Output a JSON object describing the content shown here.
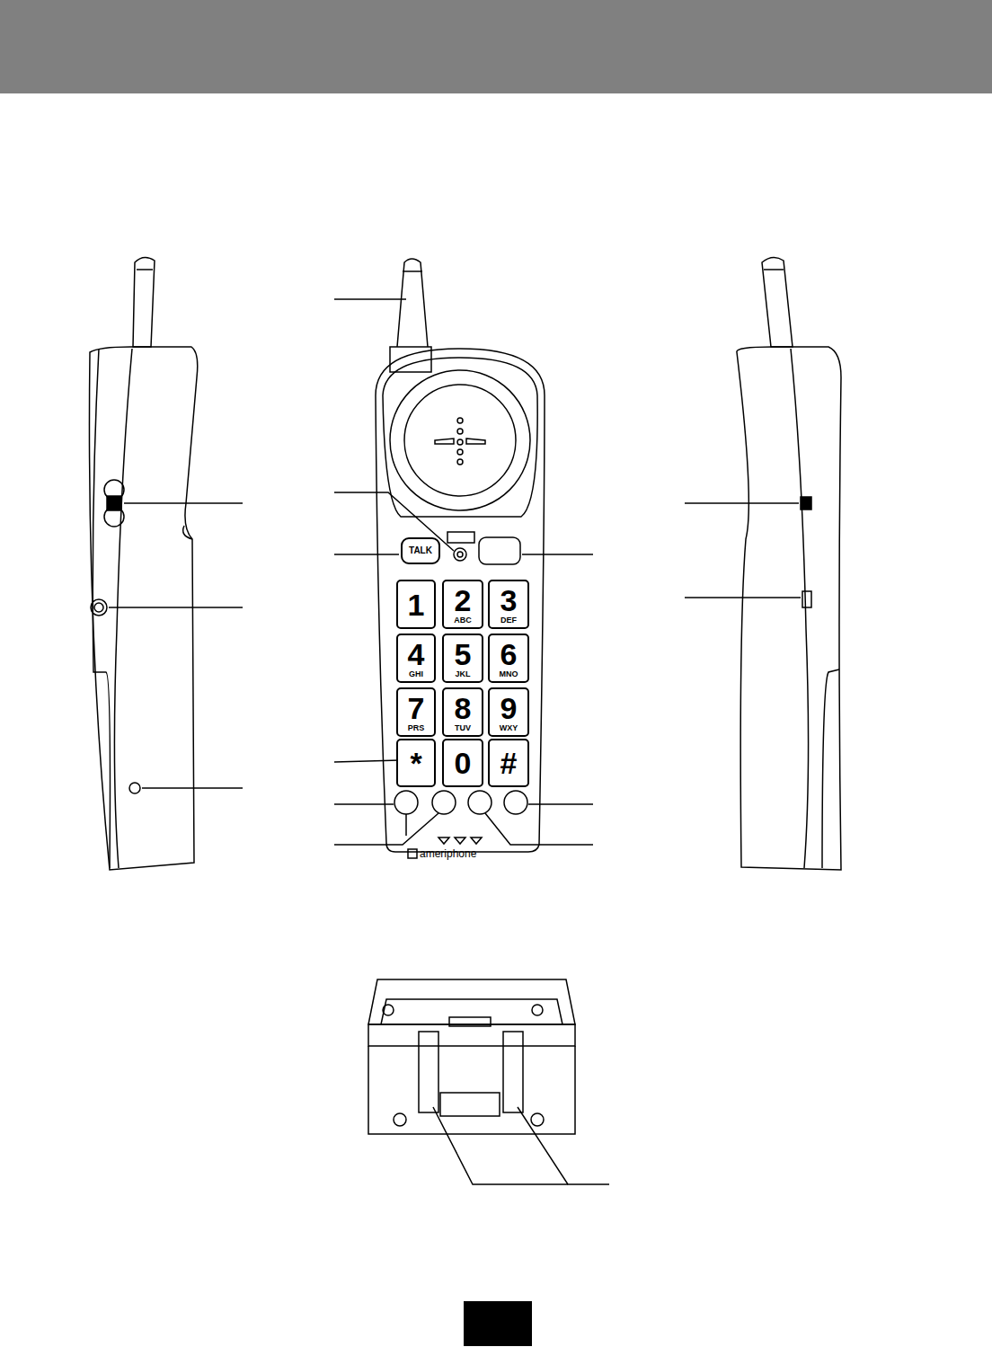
{
  "diagram": {
    "nodes": [
      {
        "text": [
          "TALK"
        ]
      },
      {
        "text": [
          "1"
        ]
      },
      {
        "text": [
          "2",
          "ABC"
        ]
      },
      {
        "text": [
          "3",
          "DEF"
        ]
      },
      {
        "text": [
          "4",
          "GHI"
        ]
      },
      {
        "text": [
          "5",
          "JKL"
        ]
      },
      {
        "text": [
          "6",
          "MNO"
        ]
      },
      {
        "text": [
          "7",
          "PRS"
        ]
      },
      {
        "text": [
          "8",
          "TUV"
        ]
      },
      {
        "text": [
          "9",
          "WXY"
        ]
      },
      {
        "text": [
          "*"
        ]
      },
      {
        "text": [
          "0"
        ]
      },
      {
        "text": [
          "#"
        ]
      }
    ],
    "labels": [
      "ameriphone"
    ]
  }
}
